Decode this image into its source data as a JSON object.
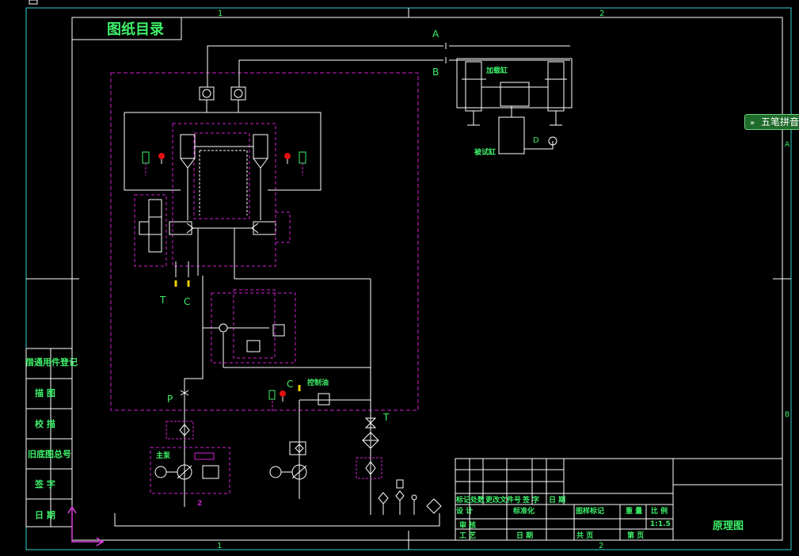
{
  "title_box": {
    "title": "图纸目录"
  },
  "grid": {
    "col1": "1",
    "col2": "2",
    "rowA": "A",
    "rowB": "B"
  },
  "ports": {
    "A": "A",
    "B": "B",
    "T_left": "T",
    "C_left": "C",
    "P": "P",
    "C_mid": "C",
    "T_right": "T",
    "D": "D"
  },
  "labels": {
    "loading_cyl": "加载缸",
    "test_cyl": "被试缸",
    "main_pump": "主泵",
    "control_oil": "控制油",
    "pump_num": "2"
  },
  "side_table": {
    "row1": "借通用件登记",
    "row2": "描 图",
    "row3": "校 描",
    "row4": "旧底图总号",
    "row5": "签 字",
    "row6": "日 期"
  },
  "title_block": {
    "h1": "标记",
    "h2": "处数",
    "h3": "更改文件号",
    "h4": "签 字",
    "h5": "日 期",
    "design": "设 计",
    "std": "标准化",
    "stage": "图样标记",
    "weight": "重 量",
    "scale_label": "比 例",
    "scale": "1:1.5",
    "review": "审 核",
    "process": "工 艺",
    "date2": "日 期",
    "total": "共 页",
    "page": "第 页",
    "drawing_name": "原理图"
  },
  "ime": {
    "label": "五笔拼音"
  }
}
